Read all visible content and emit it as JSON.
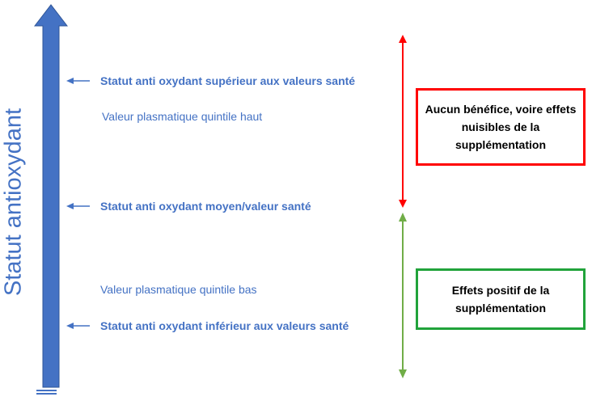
{
  "axis_label": "Statut antioxydant",
  "labels": {
    "upper_status": "Statut anti oxydant supérieur aux valeurs santé",
    "plasma_high": "Valeur plasmatique quintile haut",
    "mean_status": "Statut anti oxydant moyen/valeur santé",
    "plasma_low": "Valeur plasmatique quintile bas",
    "lower_status": "Statut anti oxydant inférieur aux valeurs santé"
  },
  "boxes": {
    "no_benefit": "Aucun bénéfice, voire effets nuisibles de la supplémentation",
    "positive": "Effets positif de la supplémentation"
  },
  "colors": {
    "axis": "#4472C4",
    "red": "#FF0000",
    "green": "#21A33B",
    "green_arrow": "#70AD47"
  }
}
